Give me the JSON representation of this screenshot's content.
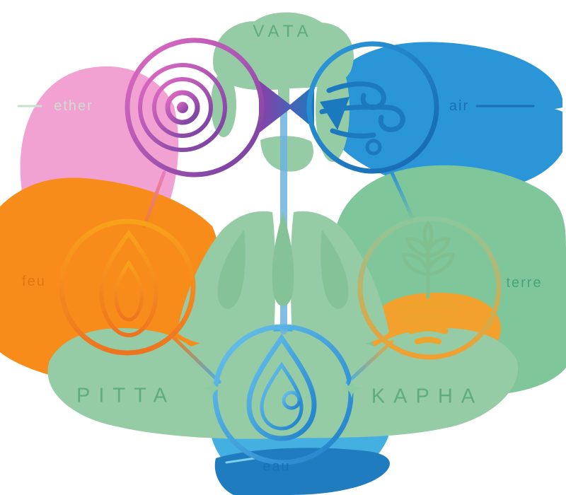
{
  "diagram": {
    "subject": "ayurveda-doshas-five-elements",
    "doshas": [
      {
        "name": "VATA",
        "position": "top"
      },
      {
        "name": "PITTA",
        "position": "bottom-left"
      },
      {
        "name": "KAPHA",
        "position": "bottom-right"
      }
    ],
    "elements": [
      {
        "id": "ether",
        "label": "ether",
        "icon": "concentric-circles-icon",
        "color": "#D45DBB"
      },
      {
        "id": "air",
        "label": "air",
        "icon": "wind-swirl-icon",
        "color": "#2492D6"
      },
      {
        "id": "fire",
        "label": "feu",
        "icon": "flame-icon",
        "color": "#F78C1B"
      },
      {
        "id": "earth",
        "label": "terre",
        "icon": "sprout-icon",
        "color": "#7FC79C"
      },
      {
        "id": "water",
        "label": "eau",
        "icon": "water-drop-icon",
        "color": "#45B1E2"
      }
    ],
    "colors": {
      "dosha_text": "#5FAD7F",
      "sage_wash": "#95CBA5",
      "pink_wash": "#F2A2D2",
      "blue_wash": "#2A96D8",
      "orange_wash": "#F78C1B",
      "earth_green_wash": "#80C69B",
      "earth_orange_wash": "#F2A12E",
      "water_light_wash": "#44AFE1",
      "water_dark_wash": "#1E7CBF",
      "purple_accent": "#6F3FA0"
    }
  }
}
